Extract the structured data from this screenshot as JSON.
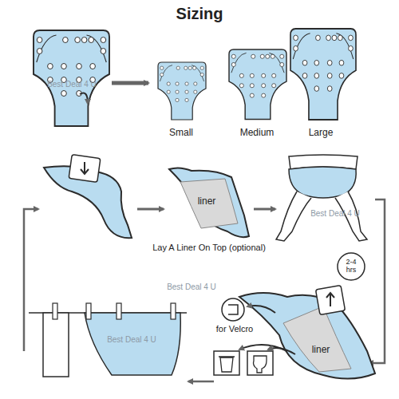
{
  "diagram": {
    "title": "Sizing",
    "labels": [
      "Small",
      "Medium",
      "Large",
      "liner",
      "Lay A Liner On Top (optional)",
      "2-4 hrs",
      "for Velcro",
      "liner",
      "Best Deal 4 U",
      "Best Deal 4 U",
      "Best Deal 4 U",
      "Best Deal 4 U"
    ]
  }
}
